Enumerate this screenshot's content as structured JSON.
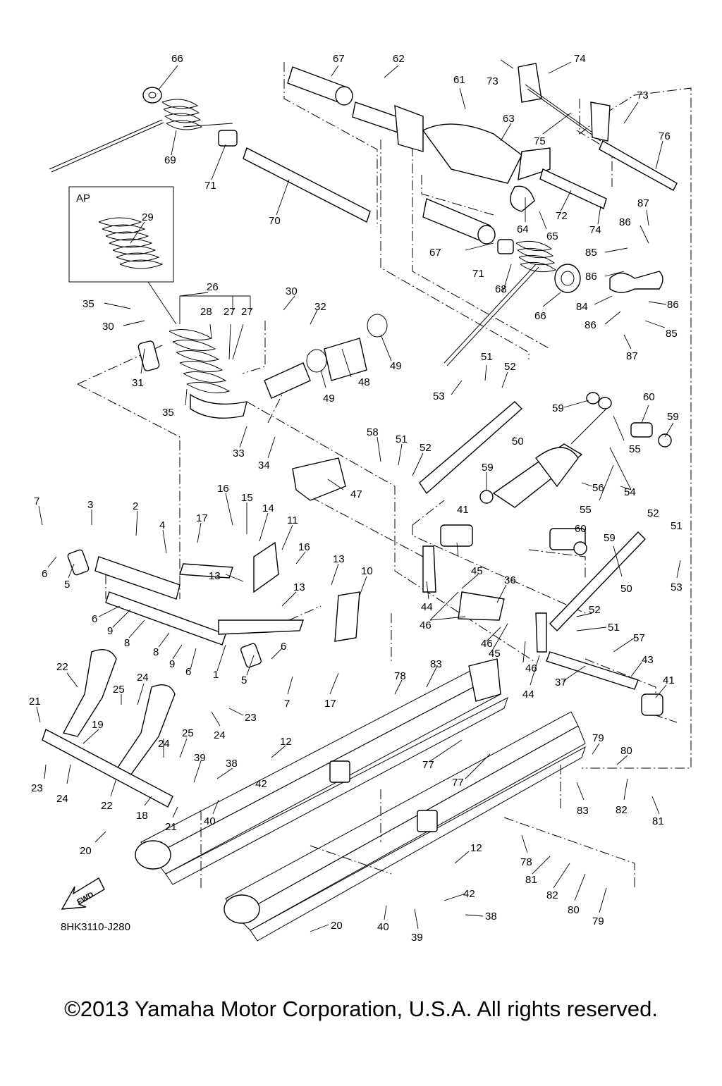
{
  "diagram": {
    "box_label": "AP",
    "drawing_code": "8HK3110-J280",
    "fwd_label": "FWD",
    "callouts": [
      {
        "id": "c66a",
        "label": "66"
      },
      {
        "id": "c67a",
        "label": "67"
      },
      {
        "id": "c62",
        "label": "62"
      },
      {
        "id": "c74a",
        "label": "74"
      },
      {
        "id": "c73a",
        "label": "73"
      },
      {
        "id": "c61",
        "label": "61"
      },
      {
        "id": "c63",
        "label": "63"
      },
      {
        "id": "c73b",
        "label": "73"
      },
      {
        "id": "c75",
        "label": "75"
      },
      {
        "id": "c76",
        "label": "76"
      },
      {
        "id": "c69",
        "label": "69"
      },
      {
        "id": "c71a",
        "label": "71"
      },
      {
        "id": "c70",
        "label": "70"
      },
      {
        "id": "c29",
        "label": "29"
      },
      {
        "id": "c72",
        "label": "72"
      },
      {
        "id": "c64",
        "label": "64"
      },
      {
        "id": "c65",
        "label": "65"
      },
      {
        "id": "c74b",
        "label": "74"
      },
      {
        "id": "c87a",
        "label": "87"
      },
      {
        "id": "c86a",
        "label": "86"
      },
      {
        "id": "c67b",
        "label": "67"
      },
      {
        "id": "c71b",
        "label": "71"
      },
      {
        "id": "c85a",
        "label": "85"
      },
      {
        "id": "c86b",
        "label": "86"
      },
      {
        "id": "c68",
        "label": "68"
      },
      {
        "id": "c26",
        "label": "26"
      },
      {
        "id": "c30a",
        "label": "30"
      },
      {
        "id": "c32",
        "label": "32"
      },
      {
        "id": "c35a",
        "label": "35"
      },
      {
        "id": "c28",
        "label": "28"
      },
      {
        "id": "c27a",
        "label": "27"
      },
      {
        "id": "c27b",
        "label": "27"
      },
      {
        "id": "c30b",
        "label": "30"
      },
      {
        "id": "c84",
        "label": "84"
      },
      {
        "id": "c86c",
        "label": "86"
      },
      {
        "id": "c66b",
        "label": "66"
      },
      {
        "id": "c86d",
        "label": "86"
      },
      {
        "id": "c85b",
        "label": "85"
      },
      {
        "id": "c87b",
        "label": "87"
      },
      {
        "id": "c49a",
        "label": "49"
      },
      {
        "id": "c51a",
        "label": "51"
      },
      {
        "id": "c52a",
        "label": "52"
      },
      {
        "id": "c48",
        "label": "48"
      },
      {
        "id": "c31",
        "label": "31"
      },
      {
        "id": "c49b",
        "label": "49"
      },
      {
        "id": "c53a",
        "label": "53"
      },
      {
        "id": "c60a",
        "label": "60"
      },
      {
        "id": "c59a",
        "label": "59"
      },
      {
        "id": "c59b",
        "label": "59"
      },
      {
        "id": "c35b",
        "label": "35"
      },
      {
        "id": "c55a",
        "label": "55"
      },
      {
        "id": "c58",
        "label": "58"
      },
      {
        "id": "c51b",
        "label": "51"
      },
      {
        "id": "c50a",
        "label": "50"
      },
      {
        "id": "c33",
        "label": "33"
      },
      {
        "id": "c52b",
        "label": "52"
      },
      {
        "id": "c34",
        "label": "34"
      },
      {
        "id": "c59c",
        "label": "59"
      },
      {
        "id": "c56",
        "label": "56"
      },
      {
        "id": "c54",
        "label": "54"
      },
      {
        "id": "c47",
        "label": "47"
      },
      {
        "id": "c16a",
        "label": "16"
      },
      {
        "id": "c15",
        "label": "15"
      },
      {
        "id": "c7a",
        "label": "7"
      },
      {
        "id": "c3",
        "label": "3"
      },
      {
        "id": "c2",
        "label": "2"
      },
      {
        "id": "c17a",
        "label": "17"
      },
      {
        "id": "c14",
        "label": "14"
      },
      {
        "id": "c11",
        "label": "11"
      },
      {
        "id": "c41a",
        "label": "41"
      },
      {
        "id": "c55b",
        "label": "55"
      },
      {
        "id": "c52c",
        "label": "52"
      },
      {
        "id": "c4",
        "label": "4"
      },
      {
        "id": "c51c",
        "label": "51"
      },
      {
        "id": "c60b",
        "label": "60"
      },
      {
        "id": "c16b",
        "label": "16"
      },
      {
        "id": "c59d",
        "label": "59"
      },
      {
        "id": "c6a",
        "label": "6"
      },
      {
        "id": "c5a",
        "label": "5"
      },
      {
        "id": "c13a",
        "label": "13"
      },
      {
        "id": "c13b",
        "label": "13"
      },
      {
        "id": "c10",
        "label": "10"
      },
      {
        "id": "c45a",
        "label": "45"
      },
      {
        "id": "c36",
        "label": "36"
      },
      {
        "id": "c50b",
        "label": "50"
      },
      {
        "id": "c53b",
        "label": "53"
      },
      {
        "id": "c13c",
        "label": "13"
      },
      {
        "id": "c44a",
        "label": "44"
      },
      {
        "id": "c46a",
        "label": "46"
      },
      {
        "id": "c6b",
        "label": "6"
      },
      {
        "id": "c9a",
        "label": "9"
      },
      {
        "id": "c8a",
        "label": "8"
      },
      {
        "id": "c52d",
        "label": "52"
      },
      {
        "id": "c51d",
        "label": "51"
      },
      {
        "id": "c46b",
        "label": "46"
      },
      {
        "id": "c57",
        "label": "57"
      },
      {
        "id": "c8b",
        "label": "8"
      },
      {
        "id": "c6c",
        "label": "6"
      },
      {
        "id": "c9b",
        "label": "9"
      },
      {
        "id": "c6d",
        "label": "6"
      },
      {
        "id": "c45b",
        "label": "45"
      },
      {
        "id": "c46c",
        "label": "46"
      },
      {
        "id": "c43",
        "label": "43"
      },
      {
        "id": "c1",
        "label": "1"
      },
      {
        "id": "c5b",
        "label": "5"
      },
      {
        "id": "c83a",
        "label": "83"
      },
      {
        "id": "c37",
        "label": "37"
      },
      {
        "id": "c22a",
        "label": "22"
      },
      {
        "id": "c78a",
        "label": "78"
      },
      {
        "id": "c41b",
        "label": "41"
      },
      {
        "id": "c44b",
        "label": "44"
      },
      {
        "id": "c7b",
        "label": "7"
      },
      {
        "id": "c17b",
        "label": "17"
      },
      {
        "id": "c25a",
        "label": "25"
      },
      {
        "id": "c24a",
        "label": "24"
      },
      {
        "id": "c21a",
        "label": "21"
      },
      {
        "id": "c23a",
        "label": "23"
      },
      {
        "id": "c24b",
        "label": "24"
      },
      {
        "id": "c19",
        "label": "19"
      },
      {
        "id": "c24c",
        "label": "24"
      },
      {
        "id": "c25b",
        "label": "25"
      },
      {
        "id": "c12a",
        "label": "12"
      },
      {
        "id": "c79a",
        "label": "79"
      },
      {
        "id": "c80a",
        "label": "80"
      },
      {
        "id": "c23b",
        "label": "23"
      },
      {
        "id": "c24d",
        "label": "24"
      },
      {
        "id": "c39a",
        "label": "39"
      },
      {
        "id": "c38a",
        "label": "38"
      },
      {
        "id": "c77a",
        "label": "77"
      },
      {
        "id": "c42a",
        "label": "42"
      },
      {
        "id": "c77b",
        "label": "77"
      },
      {
        "id": "c82a",
        "label": "82"
      },
      {
        "id": "c22b",
        "label": "22"
      },
      {
        "id": "c18",
        "label": "18"
      },
      {
        "id": "c40a",
        "label": "40"
      },
      {
        "id": "c83b",
        "label": "83"
      },
      {
        "id": "c81a",
        "label": "81"
      },
      {
        "id": "c21b",
        "label": "21"
      },
      {
        "id": "c20a",
        "label": "20"
      },
      {
        "id": "c12b",
        "label": "12"
      },
      {
        "id": "c78b",
        "label": "78"
      },
      {
        "id": "c81b",
        "label": "81"
      },
      {
        "id": "c82b",
        "label": "82"
      },
      {
        "id": "c42b",
        "label": "42"
      },
      {
        "id": "c80b",
        "label": "80"
      },
      {
        "id": "c38b",
        "label": "38"
      },
      {
        "id": "c79b",
        "label": "79"
      },
      {
        "id": "c40b",
        "label": "40"
      },
      {
        "id": "c39b",
        "label": "39"
      },
      {
        "id": "c20b",
        "label": "20"
      }
    ]
  },
  "footer": {
    "copyright": "©2013 Yamaha Motor Corporation, U.S.A. All rights reserved."
  }
}
